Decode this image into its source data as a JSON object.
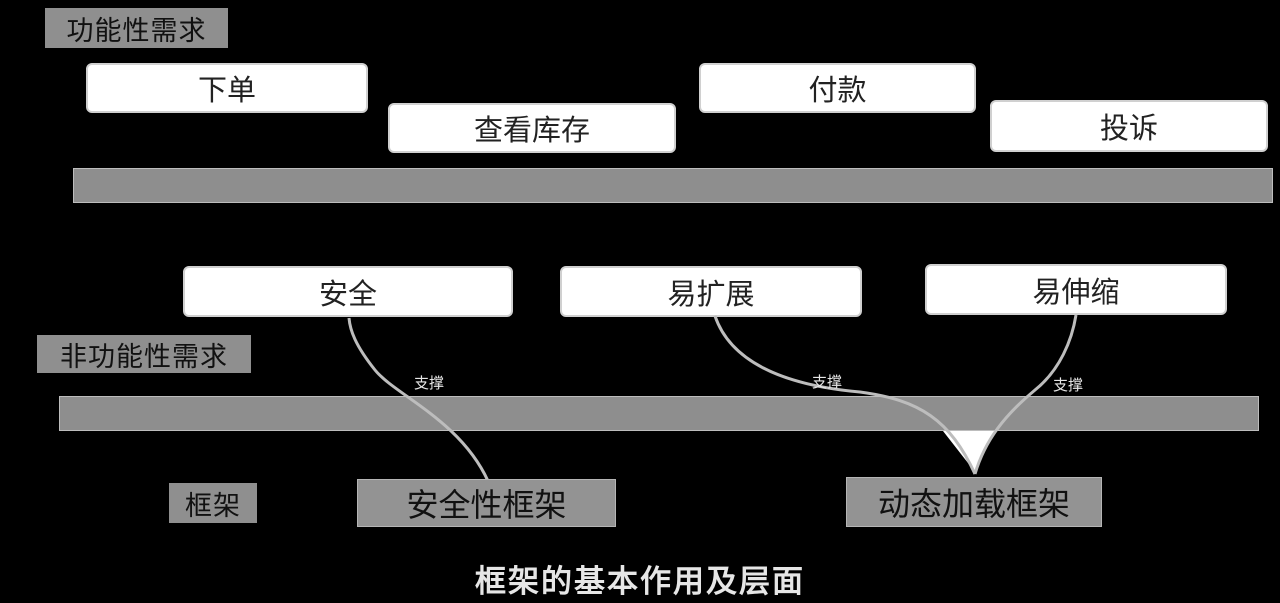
{
  "functional": {
    "label": "功能性需求",
    "items": [
      "下单",
      "查看库存",
      "付款",
      "投诉"
    ]
  },
  "nonfunctional": {
    "label": "非功能性需求",
    "items": [
      "安全",
      "易扩展",
      "易伸缩"
    ]
  },
  "framework": {
    "label": "框架",
    "items": [
      "安全性框架",
      "动态加载框架"
    ]
  },
  "support_label": "支撑",
  "caption": "框架的基本作用及层面"
}
